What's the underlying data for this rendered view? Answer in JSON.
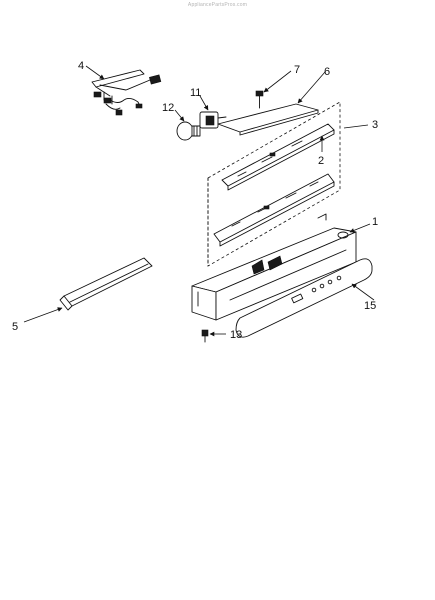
{
  "watermark": "AppliancePartsPros.com",
  "callouts": [
    "4",
    "7",
    "6",
    "11",
    "12",
    "3",
    "2",
    "1",
    "5",
    "15",
    "13"
  ]
}
